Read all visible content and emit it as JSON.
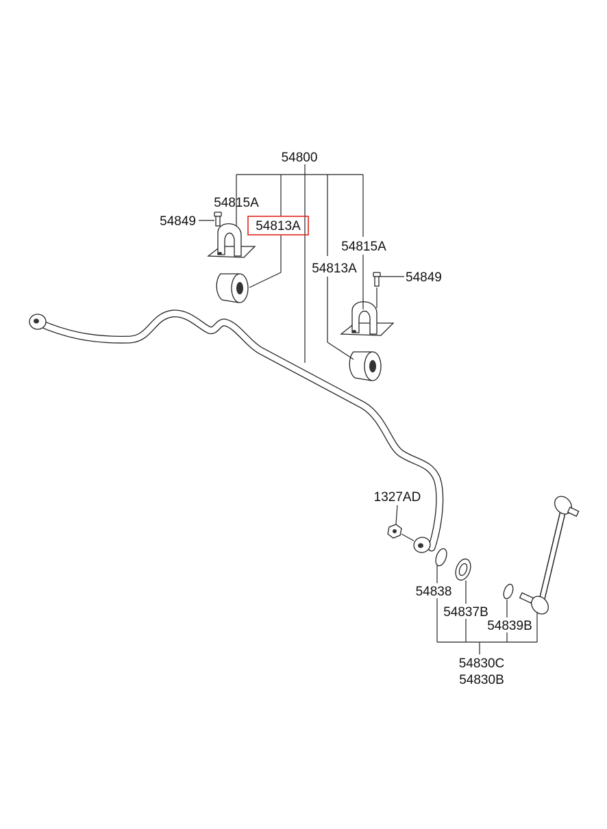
{
  "highlight_color": "#e0231c",
  "labels": {
    "assembly": "54800",
    "bracket_left": "54815A",
    "bolt_left": "54849",
    "bushing_left_highlighted": "54813A",
    "bracket_right": "54815A",
    "bushing_right": "54813A",
    "bolt_right": "54849",
    "nut": "1327AD",
    "ring": "54838",
    "bush": "54837B",
    "clip": "54839B",
    "link_c": "54830C",
    "link_b": "54830B"
  }
}
